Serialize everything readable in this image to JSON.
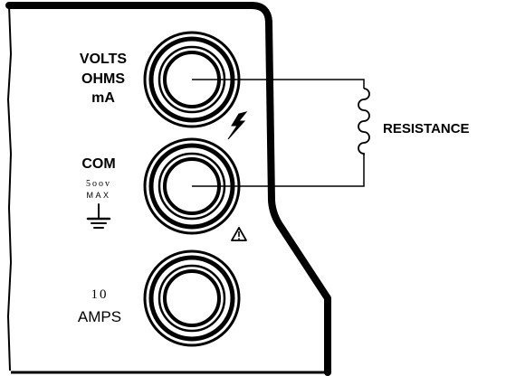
{
  "panel": {
    "jack_labels": {
      "volts": "VOLTS",
      "ohms": "OHMS",
      "ma": "mA",
      "com": "COM",
      "max_voltage": "5oov",
      "max": "MAX",
      "ten": "10",
      "amps": "AMPS"
    },
    "icons": [
      "lightning-bolt-icon",
      "ground-symbol-icon",
      "warning-triangle-icon"
    ]
  },
  "circuit": {
    "component_label": "RESISTANCE"
  },
  "colors": {
    "ink": "#000000",
    "background": "#ffffff"
  }
}
